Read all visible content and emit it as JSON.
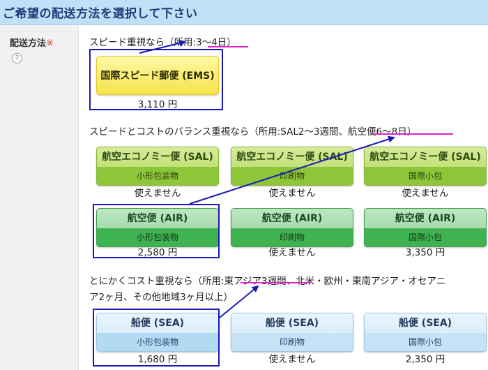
{
  "header": {
    "title": "ご希望の配送方法を選択して下さい"
  },
  "field": {
    "label": "配送方法",
    "required_mark": "※",
    "help_icon_glyph": "?"
  },
  "sections": {
    "speed": {
      "note": "スピード重視なら（所用:3〜4日）"
    },
    "balance": {
      "note": "スピードとコストのバランス重視なら（所用:SAL2〜3週間、航空便6〜8日）"
    },
    "cost": {
      "note_line1": "とにかくコスト重視なら（所用:東アジア3週間、北米・欧州・東南アジア・オセアニ",
      "note_line2": "ア2ヶ月、その他地域3ヶ月以上）"
    }
  },
  "options": {
    "ems": {
      "name": "国際スピード郵便 (EMS)",
      "price": "3,110 円"
    },
    "sal": [
      {
        "name": "航空エコノミー便 (SAL)",
        "sub": "小形包装物",
        "price": "使えません"
      },
      {
        "name": "航空エコノミー便 (SAL)",
        "sub": "印刷物",
        "price": "使えません"
      },
      {
        "name": "航空エコノミー便 (SAL)",
        "sub": "国際小包",
        "price": "使えません"
      }
    ],
    "air": [
      {
        "name": "航空便 (AIR)",
        "sub": "小形包装物",
        "price": "2,580 円"
      },
      {
        "name": "航空便 (AIR)",
        "sub": "印刷物",
        "price": "使えません"
      },
      {
        "name": "航空便 (AIR)",
        "sub": "国際小包",
        "price": "3,350 円"
      }
    ],
    "sea": [
      {
        "name": "船便 (SEA)",
        "sub": "小形包装物",
        "price": "1,680 円"
      },
      {
        "name": "船便 (SEA)",
        "sub": "印刷物",
        "price": "使えません"
      },
      {
        "name": "船便 (SEA)",
        "sub": "国際小包",
        "price": "2,350 円"
      }
    ]
  },
  "colors": {
    "header_bg": "#bfe0f6",
    "header_text": "#1f3a78",
    "annotation_box": "#1a1ab8",
    "annotation_underline": "#e020c8",
    "ems": "#f6e24a",
    "sal": "#8ec63a",
    "air": "#3fb251",
    "sea": "#c5e2f6"
  }
}
